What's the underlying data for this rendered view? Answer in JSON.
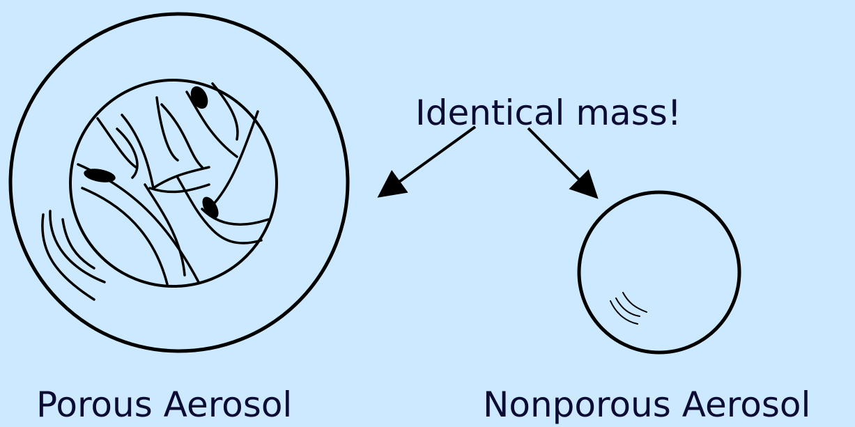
{
  "annotation": {
    "text": "Identical mass!"
  },
  "particles": [
    {
      "label": "Porous Aerosol"
    },
    {
      "label": "Nonporous Aerosol"
    }
  ],
  "colors": {
    "background": "#cce9ff",
    "text": "#0b0b33",
    "stroke": "#000000"
  }
}
